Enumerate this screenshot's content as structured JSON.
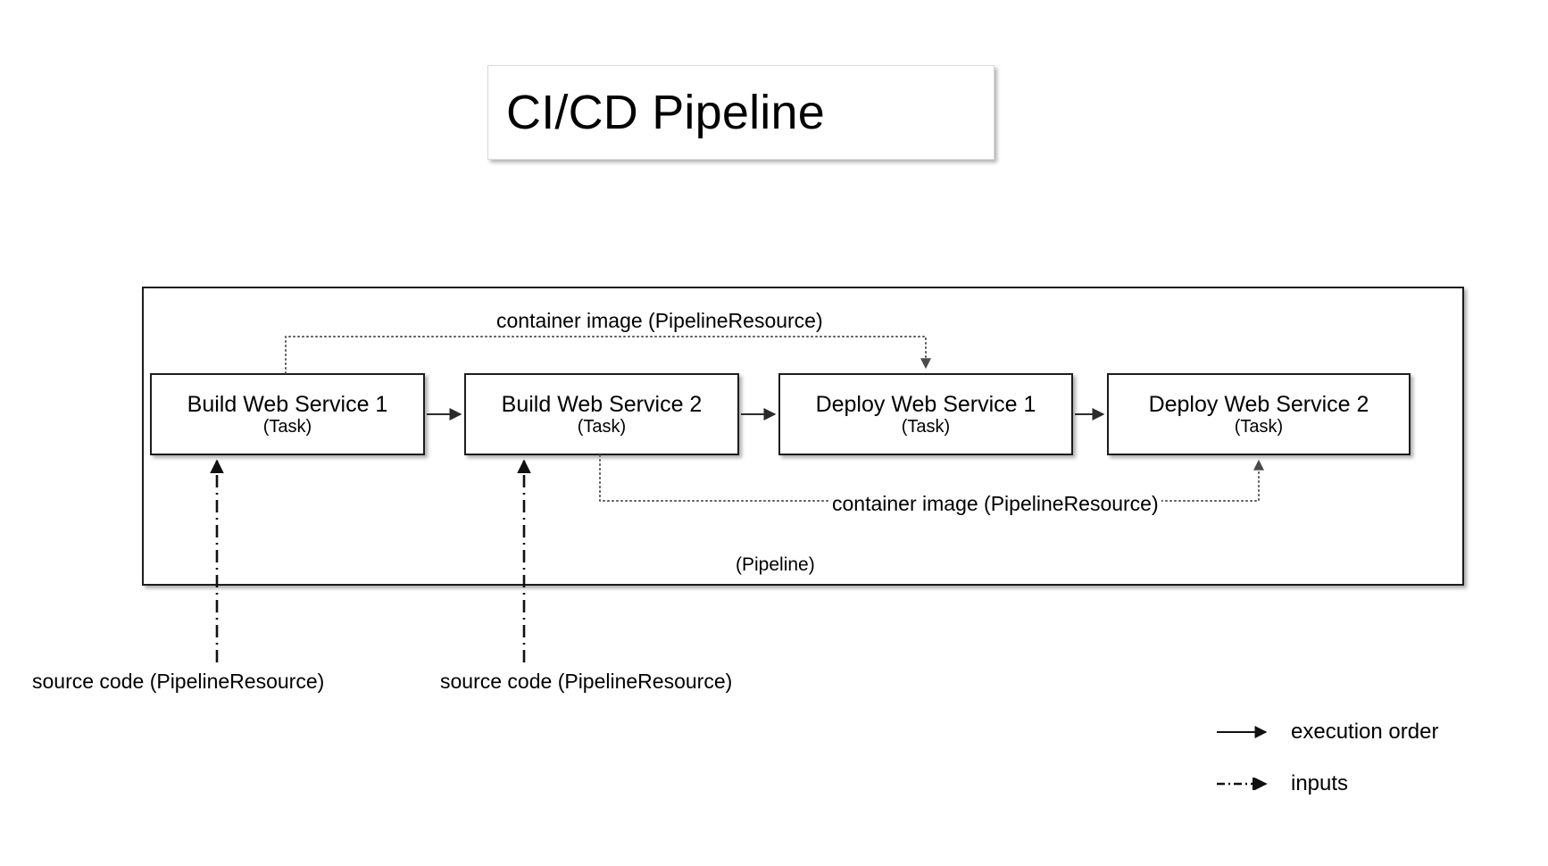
{
  "diagram": {
    "title": "CI/CD Pipeline",
    "container": {
      "caption": "(Pipeline)"
    },
    "tasks": [
      {
        "name": "Build Web Service 1",
        "kind": "(Task)"
      },
      {
        "name": "Build Web Service 2",
        "kind": "(Task)"
      },
      {
        "name": "Deploy Web Service 1",
        "kind": "(Task)"
      },
      {
        "name": "Deploy Web Service 2",
        "kind": "(Task)"
      }
    ],
    "resource_labels": {
      "container_image_top": "container image (PipelineResource)",
      "container_image_bottom": "container image (PipelineResource)",
      "source_code_1": "source code (PipelineResource)",
      "source_code_2": "source code (PipelineResource)"
    },
    "legend": [
      {
        "key": "execution-order",
        "label": "execution order",
        "style": "solid-arrow"
      },
      {
        "key": "inputs",
        "label": "inputs",
        "style": "dash-dot-arrow"
      }
    ],
    "colors": {
      "stroke": "#1d1d1d",
      "dotted": "#555555",
      "background": "#ffffff",
      "text": "#000000"
    }
  }
}
